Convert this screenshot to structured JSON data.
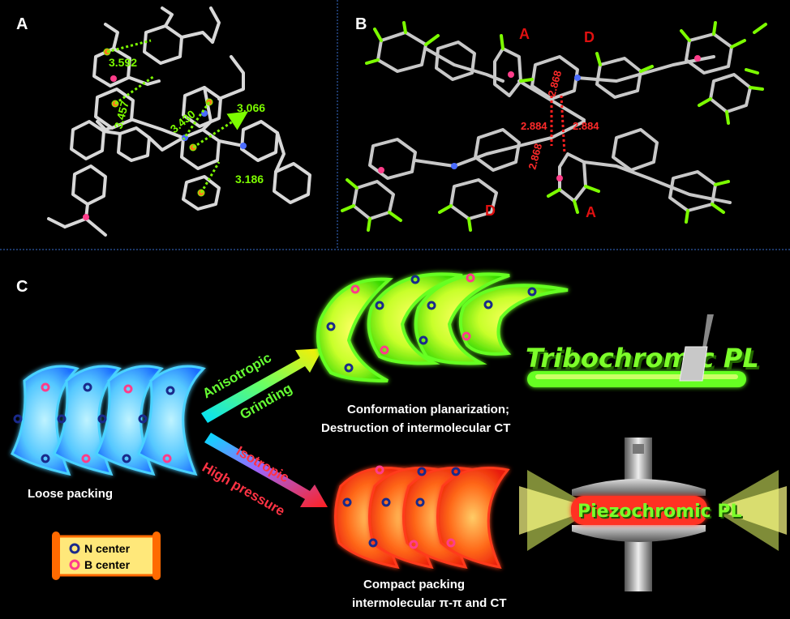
{
  "panels": {
    "a": {
      "label": "A",
      "distances": [
        "3.592",
        "3.457",
        "3.430",
        "3.066",
        "3.186"
      ]
    },
    "b": {
      "label": "B",
      "distances": [
        "2.868",
        "2.884",
        "2.884",
        "2.868"
      ],
      "letters": {
        "top_a": "A",
        "top_d": "D",
        "bottom_d": "D",
        "bottom_a": "A"
      }
    },
    "c": {
      "label": "C",
      "loose_caption": "Loose packing",
      "arrow_up_line1": "Anisotropic",
      "arrow_up_line2": "Grinding",
      "arrow_down_line1": "Isotropic",
      "arrow_down_line2": "High pressure",
      "caption_top_line1": "Conformation planarization;",
      "caption_top_line2": "Destruction of intermolecular CT",
      "caption_bottom_line1": "Compact packing",
      "caption_bottom_line2": "intermolecular π-π and CT",
      "tribo_label": "Tribochromic  PL",
      "piezo_label": "Piezochromic  PL",
      "legend": {
        "n_center": "N center",
        "b_center": "B center"
      }
    }
  },
  "colors": {
    "background": "#000000",
    "divider": "#3a6fd0",
    "n_center": "#1a2a8a",
    "b_center": "#ff3d8a",
    "loose_blue": "#3ea9ff",
    "grind_green": "#7cff2a",
    "compact_red": "#ff4422"
  }
}
